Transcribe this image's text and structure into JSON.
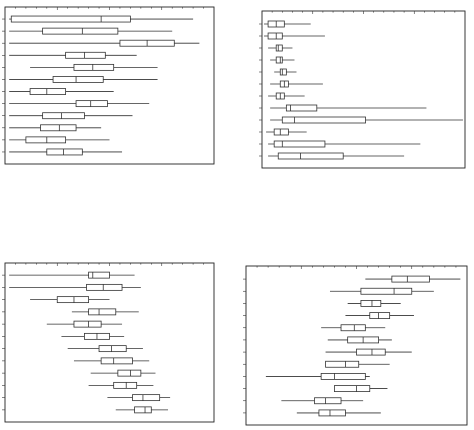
{
  "chart_data": [
    {
      "type": "box",
      "panel": "top-left",
      "orientation": "horizontal",
      "xlim": [
        0,
        100
      ],
      "grid": false,
      "tick_labels_visible": false,
      "rows": [
        {
          "whislo": 2,
          "q1": 3,
          "med": 46,
          "q3": 60,
          "whishi": 90
        },
        {
          "whislo": 2,
          "q1": 18,
          "med": 37,
          "q3": 54,
          "whishi": 80
        },
        {
          "whislo": 2,
          "q1": 55,
          "med": 68,
          "q3": 81,
          "whishi": 93
        },
        {
          "whislo": 2,
          "q1": 29,
          "med": 38,
          "q3": 48,
          "whishi": 63
        },
        {
          "whislo": 12,
          "q1": 33,
          "med": 42,
          "q3": 52,
          "whishi": 73
        },
        {
          "whislo": 2,
          "q1": 23,
          "med": 34,
          "q3": 47,
          "whishi": 73
        },
        {
          "whislo": 2,
          "q1": 12,
          "med": 20,
          "q3": 29,
          "whishi": 52
        },
        {
          "whislo": 2,
          "q1": 34,
          "med": 41,
          "q3": 49,
          "whishi": 69
        },
        {
          "whislo": 2,
          "q1": 18,
          "med": 27,
          "q3": 38,
          "whishi": 61
        },
        {
          "whislo": 2,
          "q1": 17,
          "med": 26,
          "q3": 34,
          "whishi": 46
        },
        {
          "whislo": 2,
          "q1": 10,
          "med": 20,
          "q3": 29,
          "whishi": 50
        },
        {
          "whislo": 2,
          "q1": 20,
          "med": 28,
          "q3": 37,
          "whishi": 56
        }
      ]
    },
    {
      "type": "box",
      "panel": "top-right",
      "orientation": "horizontal",
      "xlim": [
        0,
        100
      ],
      "grid": false,
      "tick_labels_visible": false,
      "rows": [
        {
          "whislo": 1,
          "q1": 3,
          "med": 7,
          "q3": 11,
          "whishi": 24
        },
        {
          "whislo": 1,
          "q1": 3,
          "med": 7,
          "q3": 10,
          "whishi": 31
        },
        {
          "whislo": 3,
          "q1": 7,
          "med": 8,
          "q3": 10,
          "whishi": 15
        },
        {
          "whislo": 4,
          "q1": 7,
          "med": 9,
          "q3": 10,
          "whishi": 16
        },
        {
          "whislo": 6,
          "q1": 9,
          "med": 10,
          "q3": 12,
          "whishi": 17
        },
        {
          "whislo": 4,
          "q1": 9,
          "med": 11,
          "q3": 13,
          "whishi": 30
        },
        {
          "whislo": 3,
          "q1": 7,
          "med": 9,
          "q3": 11,
          "whishi": 21
        },
        {
          "whislo": 4,
          "q1": 12,
          "med": 14,
          "q3": 27,
          "whishi": 81
        },
        {
          "whislo": 4,
          "q1": 10,
          "med": 16,
          "q3": 51,
          "whishi": 99
        },
        {
          "whislo": 2,
          "q1": 6,
          "med": 9,
          "q3": 13,
          "whishi": 22
        },
        {
          "whislo": 3,
          "q1": 6,
          "med": 10,
          "q3": 31,
          "whishi": 78
        },
        {
          "whislo": 3,
          "q1": 8,
          "med": 19,
          "q3": 40,
          "whishi": 70
        }
      ]
    },
    {
      "type": "box",
      "panel": "bottom-left",
      "orientation": "horizontal",
      "xlim": [
        0,
        100
      ],
      "grid": false,
      "tick_labels_visible": false,
      "rows": [
        {
          "whislo": 2,
          "q1": 40,
          "med": 42,
          "q3": 50,
          "whishi": 62
        },
        {
          "whislo": 2,
          "q1": 39,
          "med": 47,
          "q3": 56,
          "whishi": 65
        },
        {
          "whislo": 12,
          "q1": 25,
          "med": 33,
          "q3": 40,
          "whishi": 50
        },
        {
          "whislo": 32,
          "q1": 40,
          "med": 45,
          "q3": 53,
          "whishi": 64
        },
        {
          "whislo": 20,
          "q1": 33,
          "med": 40,
          "q3": 46,
          "whishi": 56
        },
        {
          "whislo": 27,
          "q1": 38,
          "med": 44,
          "q3": 50,
          "whishi": 57
        },
        {
          "whislo": 30,
          "q1": 45,
          "med": 51,
          "q3": 58,
          "whishi": 66
        },
        {
          "whislo": 33,
          "q1": 46,
          "med": 52,
          "q3": 61,
          "whishi": 69
        },
        {
          "whislo": 41,
          "q1": 54,
          "med": 60,
          "q3": 65,
          "whishi": 72
        },
        {
          "whislo": 40,
          "q1": 52,
          "med": 58,
          "q3": 63,
          "whishi": 71
        },
        {
          "whislo": 49,
          "q1": 61,
          "med": 66,
          "q3": 74,
          "whishi": 79
        },
        {
          "whislo": 53,
          "q1": 62,
          "med": 67,
          "q3": 70,
          "whishi": 78
        }
      ]
    },
    {
      "type": "box",
      "panel": "bottom-right",
      "orientation": "horizontal",
      "xlim": [
        0,
        100
      ],
      "grid": false,
      "tick_labels_visible": false,
      "rows": [
        {
          "whislo": 54,
          "q1": 66,
          "med": 73,
          "q3": 83,
          "whishi": 97
        },
        {
          "whislo": 38,
          "q1": 52,
          "med": 67,
          "q3": 75,
          "whishi": 85
        },
        {
          "whislo": 46,
          "q1": 52,
          "med": 57,
          "q3": 61,
          "whishi": 70
        },
        {
          "whislo": 45,
          "q1": 56,
          "med": 60,
          "q3": 65,
          "whishi": 76
        },
        {
          "whislo": 34,
          "q1": 43,
          "med": 49,
          "q3": 54,
          "whishi": 63
        },
        {
          "whislo": 37,
          "q1": 46,
          "med": 53,
          "q3": 60,
          "whishi": 66
        },
        {
          "whislo": 36,
          "q1": 50,
          "med": 57,
          "q3": 63,
          "whishi": 75
        },
        {
          "whislo": 36,
          "q1": 36,
          "med": 45,
          "q3": 51,
          "whishi": 65
        },
        {
          "whislo": 9,
          "q1": 34,
          "med": 40,
          "q3": 54,
          "whishi": 56
        },
        {
          "whislo": 40,
          "q1": 40,
          "med": 50,
          "q3": 56,
          "whishi": 64
        },
        {
          "whislo": 16,
          "q1": 31,
          "med": 36,
          "q3": 43,
          "whishi": 53
        },
        {
          "whislo": 23,
          "q1": 33,
          "med": 38,
          "q3": 45,
          "whishi": 61
        }
      ]
    }
  ]
}
